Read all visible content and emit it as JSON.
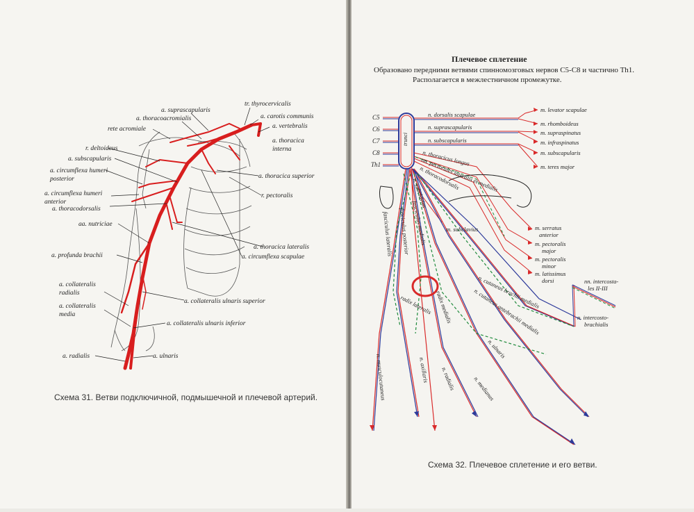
{
  "colors": {
    "artery": "#d81e1e",
    "nerve_red": "#d92a2a",
    "nerve_blue": "#2d3a9a",
    "nerve_green": "#1f8a3c",
    "ink": "#222222"
  },
  "left": {
    "caption": "Схема 31. Ветви подключичной, подмышечной и плечевой артерий.",
    "labels": {
      "suprascapularis": "a. suprascapularis",
      "thyrocervicalis": "tr. thyrocervicalis",
      "thoracoacromialis": "a. thoracoacromialis",
      "carotis": "a. carotis communis",
      "rete": "rete acromiale",
      "vertebralis": "a. vertebralis",
      "thoracica_interna_1": "a. thoracica",
      "thoracica_interna_2": "interna",
      "deltoideus": "r. deltoideus",
      "subscapularis": "a. subscapularis",
      "circ_post_1": "a. circumflexa humeri",
      "circ_post_2": "posterior",
      "thoracica_superior": "a. thoracica superior",
      "circ_ant_1": "a. circumflexa humeri",
      "circ_ant_2": "anterior",
      "pectoralis": "r. pectoralis",
      "thoracodorsalis": "a. thoracodorsalis",
      "nutriciae": "aa. nutriciae",
      "thoracica_lateralis": "a. thoracica lateralis",
      "profunda": "a. profunda brachii",
      "circ_scap": "a. circumflexa scapulae",
      "coll_rad_1": "a. collateralis",
      "coll_rad_2": "radialis",
      "coll_uln_sup": "a. collateralis ulnaris superior",
      "coll_med_1": "a. collateralis",
      "coll_med_2": "media",
      "coll_uln_inf": "a. collateralis ulnaris inferior",
      "radialis": "a. radialis",
      "ulnaris": "a. ulnaris"
    }
  },
  "right": {
    "title": "Плечевое сплетение",
    "subtitle_1": "Образовано передними ветвями спинномозговых нервов C5-C8 и частично Th1.",
    "subtitle_2": "Располагается в межлестничном промежутке.",
    "caption": "Схема 32. Плечевое сплетение и его ветви.",
    "roots": [
      "C5",
      "C6",
      "C7",
      "C8",
      "Th1"
    ],
    "labels": {
      "dorsalis_scapulae": "n. dorsalis scapulae",
      "suprascapularis": "n. suprascapularis",
      "subscapularis": "n. subscapularis",
      "thoracicus_longus": "n. thoracicus longus",
      "pectorales": "nn. pectorales lateralis et medialis",
      "thoracodorsalis": "n. thoracodorsalis",
      "subclavius": "n. subclavius",
      "trunci": "trunci",
      "m_levator": "m. levator scapulae",
      "m_rhomboideus": "m. rhomboideus",
      "m_supraspinatus": "m. supraspinatus",
      "m_infraspinatus": "m. infraspinatus",
      "m_subscapularis": "m. subscapularis",
      "m_teres": "m. teres major",
      "m_subclavius": "m. subclavius",
      "m_serratus_1": "m. serratus",
      "m_serratus_2": "anterior",
      "m_pect_major_1": "m. pectoralis",
      "m_pect_major_2": "major",
      "m_pect_minor_1": "m. pectoralis",
      "m_pect_minor_2": "minor",
      "m_latissimus_1": "m. latissimus",
      "m_latissimus_2": "dorsi",
      "fasc_lat": "fasciculus lateralis",
      "fasc_post": "fasciculus posterior",
      "fasc_med": "fasciculus medialis",
      "radix_med": "radix medialis",
      "radix_lat": "radix lateralis",
      "cut_brachii": "n. cutaneus brachii medialis",
      "cut_antebrachii": "n. cutaneus antebrachii medialis",
      "ulnaris": "n. ulnaris",
      "medianus": "n. medianus",
      "radialis": "n. radialis",
      "axillaris": "n. axillaris",
      "musculocutaneus": "n. musculocutaneus",
      "intercosta_1": "nn. intercosta-",
      "intercosta_2": "les II-III",
      "intercosto_1": "n. intercosto-",
      "intercosto_2": "brachialis"
    }
  }
}
